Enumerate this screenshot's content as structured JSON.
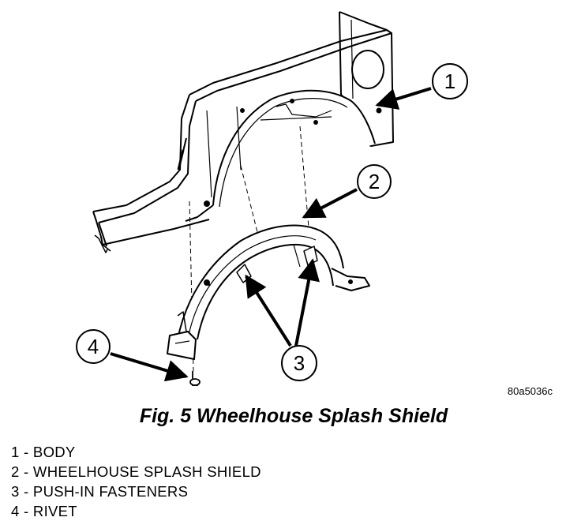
{
  "figure": {
    "drawing_code": "80a5036c",
    "callouts": {
      "body": "1",
      "splash_shield": "2",
      "push_in_fasteners": "3",
      "rivet": "4"
    }
  },
  "caption": "Fig. 5 Wheelhouse Splash Shield",
  "legend": [
    {
      "text": "1 - BODY"
    },
    {
      "text": "2 - WHEELHOUSE SPLASH SHIELD"
    },
    {
      "text": "3 - PUSH-IN FASTENERS"
    },
    {
      "text": "4 - RIVET"
    }
  ],
  "colors": {
    "ink": "#000000",
    "paper": "#ffffff"
  }
}
